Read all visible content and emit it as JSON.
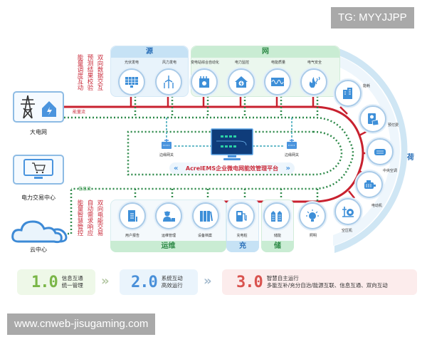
{
  "watermarks": {
    "top_right": "TG: MYYJJPP",
    "bottom_left": "www.cnweb-jisugaming.com"
  },
  "colors": {
    "energy_flow": "#c8212f",
    "info_flow": "#2f8a4a",
    "accent_blue": "#3e8fd8",
    "source_panel": "#e8f3fb",
    "grid_panel": "#ebf7ee",
    "step1": "#7ab648",
    "step2": "#4a90d9",
    "step3": "#d9534f"
  },
  "left": {
    "grid": {
      "label": "大电网",
      "icon": "transmission-tower-house-icon"
    },
    "trading": {
      "label": "电力交易中心",
      "icon": "shopping-cart-monitor-icon"
    },
    "cloud": {
      "label": "云中心",
      "icon": "cloud-icon"
    },
    "top_annotations": [
      "双向数据交互",
      "预测结果校验",
      "能量调度互动"
    ],
    "bottom_annotations": [
      "双向电能交易",
      "自动需求响应",
      "能量智慧管控"
    ],
    "energy_flow_label": "能量流",
    "info_flow_label": "信息流"
  },
  "top": {
    "source": {
      "title": "源",
      "items": [
        {
          "label": "光伏发电",
          "icon": "solar-panel-icon"
        },
        {
          "label": "风力发电",
          "icon": "wind-turbine-icon"
        }
      ]
    },
    "grid": {
      "title": "网",
      "items": [
        {
          "label": "变电站综合自动化",
          "icon": "substation-icon"
        },
        {
          "label": "电力监控",
          "icon": "power-monitor-house-icon"
        },
        {
          "label": "电能质量",
          "icon": "waveform-icon"
        },
        {
          "label": "电气安全",
          "icon": "fire-safety-icon"
        }
      ]
    }
  },
  "right": {
    "load": {
      "title": "荷",
      "items": [
        {
          "label": "能耗",
          "icon": "building-icon"
        },
        {
          "label": "预付费",
          "icon": "prepaid-card-icon"
        },
        {
          "label": "中央空调",
          "icon": "air-conditioner-icon"
        },
        {
          "label": "电动机",
          "icon": "motor-icon"
        },
        {
          "label": "空压机",
          "icon": "air-compressor-icon"
        }
      ]
    }
  },
  "center": {
    "gateway_left": "边缘网关",
    "gateway_right": "边缘网关",
    "platform_title": "AcrelEMS企业微电网能效管理平台"
  },
  "bottom": {
    "ops": {
      "title": "运维",
      "items": [
        {
          "label": "用户报告",
          "icon": "report-icon"
        },
        {
          "label": "运维管理",
          "icon": "maintenance-worker-icon"
        },
        {
          "label": "设备档案",
          "icon": "archive-binders-icon"
        }
      ]
    },
    "charge": {
      "title": "充",
      "items": [
        {
          "label": "充电桩",
          "icon": "charging-station-icon"
        }
      ]
    },
    "storage": {
      "title": "储",
      "items": [
        {
          "label": "储能",
          "icon": "battery-storage-icon"
        }
      ]
    },
    "lighting": {
      "label": "照明",
      "icon": "light-bulb-icon"
    }
  },
  "steps": [
    {
      "num": "1.0",
      "line1": "信息互通",
      "line2": "统一管理"
    },
    {
      "num": "2.0",
      "line1": "系统互动",
      "line2": "高效运行"
    },
    {
      "num": "3.0",
      "line1": "智慧自主运行",
      "line2": "多能互补/充分自治/能源互联、信息互通、双向互动"
    }
  ]
}
